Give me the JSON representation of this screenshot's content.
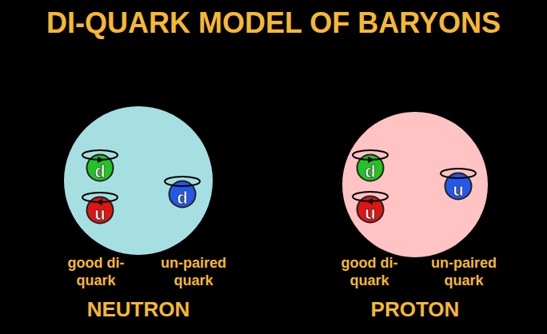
{
  "diagram": {
    "title": "DI-QUARK MODEL OF BARYONS",
    "nodes": [
      {
        "text": [
          "NEUTRON"
        ]
      },
      {
        "text": [
          "d"
        ],
        "in": 0
      },
      {
        "text": [
          "u"
        ],
        "in": 0
      },
      {
        "text": [
          "d"
        ],
        "in": 0
      },
      {
        "text": [
          "PROTON"
        ]
      },
      {
        "text": [
          "d"
        ],
        "in": 4
      },
      {
        "text": [
          "u"
        ],
        "in": 4
      },
      {
        "text": [
          "u"
        ],
        "in": 4
      }
    ],
    "labels": [
      "good di-quark",
      "un-paired quark",
      "good di-quark",
      "un-paired quark"
    ]
  }
}
